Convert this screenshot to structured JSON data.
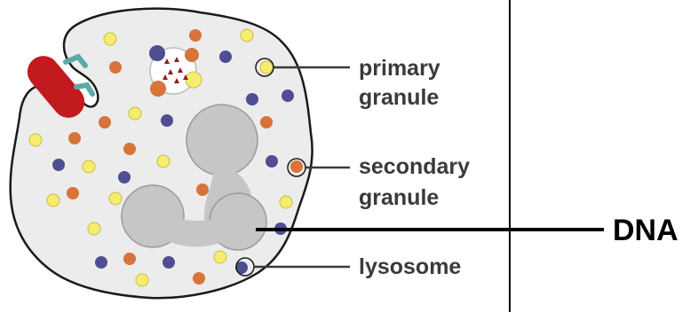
{
  "labels": {
    "primary_line1": "primary",
    "primary_line2": "granule",
    "secondary_line1": "secondary",
    "secondary_line2": "granule",
    "lysosome": "lysosome",
    "dna": "DNA"
  },
  "colors": {
    "cytoplasm_fill": "#ececec",
    "cell_outline": "#1a1a1a",
    "nucleus_fill": "#c6c6c6",
    "primary_granule": "#f6ec70",
    "secondary_granule": "#d8733a",
    "lysosome": "#4f4e93",
    "red_blood_cell": "#c21a1f",
    "receptor": "#5aaaa5",
    "pointer_line": "#3a3a3a",
    "divider": "#000000"
  }
}
